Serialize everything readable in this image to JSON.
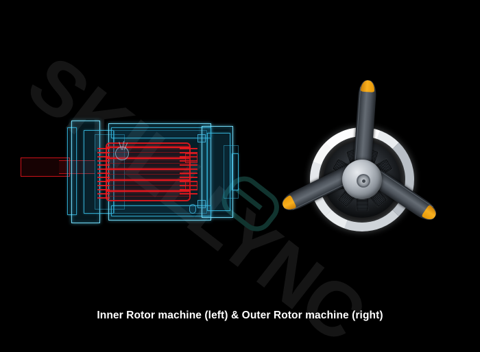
{
  "figure": {
    "background_color": "#000000",
    "caption": "Inner Rotor machine (left) & Outer Rotor machine (right)",
    "caption_color": "#ffffff"
  },
  "watermark": {
    "line1": "SKILL",
    "line2": "LYNC",
    "color": "#151515",
    "mark_color": "#11342f",
    "mark_name": "skill-lync-loop-mark"
  },
  "left_figure": {
    "name": "Inner Rotor machine",
    "label": "left",
    "style": "x-ray wireframe render",
    "housing_color": "#38bee6",
    "winding_color": "#e8161c",
    "parts": {
      "shaft": "output-shaft",
      "front_flange": "front-flange",
      "end_bell": "end-bell",
      "housing": "stator-housing",
      "rotor_core": "laminated-rotor-core",
      "end_windings": "end-winding-coils",
      "rear_housing": "rear-housing",
      "terminal": "terminal-connector"
    },
    "lamination_count": 9,
    "comb_tooth_count": 14
  },
  "right_figure": {
    "name": "Outer Rotor machine",
    "label": "right",
    "style": "3D render of radial engine with propeller",
    "blade_count": 3,
    "blade_angles_deg": [
      0,
      120,
      240
    ],
    "blade_color": "#565c64",
    "blade_tip_color": "#f9b01f",
    "cowl_color": "#e9ecef",
    "spinner_color": "#b5bbc2",
    "engine_cylinder_count": 9,
    "spoke_count": 18,
    "parts": {
      "propeller_blade": "propeller-blade",
      "blade_tip": "propeller-blade-tip",
      "cowl_ring": "outer-rotor-cowl-ring",
      "engine": "radial-engine-cylinders",
      "spinner": "propeller-spinner-hub"
    }
  }
}
